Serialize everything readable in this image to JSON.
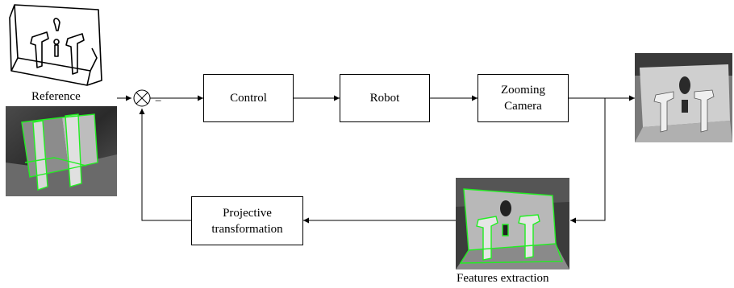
{
  "blocks": {
    "control": "Control",
    "robot": "Robot",
    "zooming_camera": "Zooming\nCamera",
    "projective_transformation": "Projective\ntransformation"
  },
  "labels": {
    "reference": "Reference",
    "minus_sign": "−",
    "features_extraction": "Features extraction"
  },
  "colors": {
    "line": "#000000",
    "feature_edges": "#22ee22",
    "photo_dark": "#1e1e1e",
    "photo_light": "#d8d8d8"
  }
}
